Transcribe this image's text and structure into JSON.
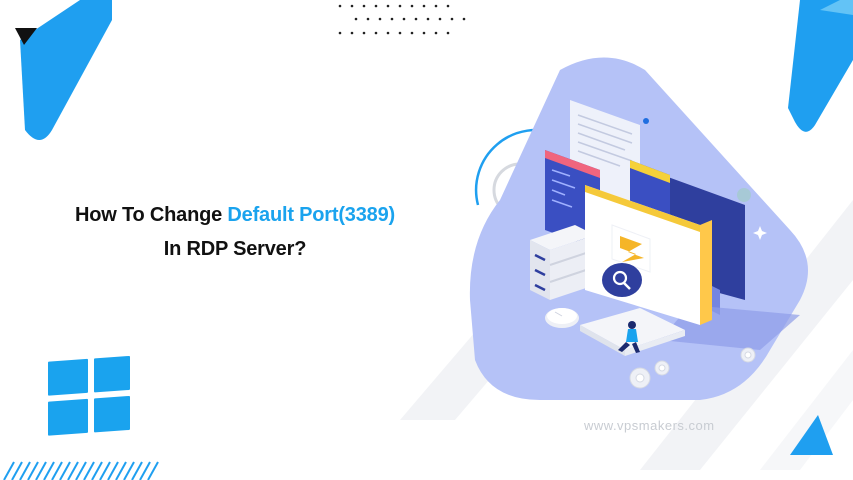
{
  "headline": {
    "line1_prefix": "How To Change ",
    "line1_highlight": "Default Port(3389)",
    "line2": "In RDP Server?"
  },
  "watermark": "www.vpsmakers.com",
  "colors": {
    "accent": "#1aa3ee",
    "bright_blue": "#1f9ff0",
    "blob": "#b5c2f7",
    "navy": "#2f3f9e",
    "text": "#111111",
    "windows_logo": "#1aa3ee"
  },
  "icons": [
    "windows-logo-icon",
    "search-icon",
    "server-stack-icon",
    "mouse-icon",
    "keyboard-icon",
    "gear-icon",
    "person-icon"
  ]
}
